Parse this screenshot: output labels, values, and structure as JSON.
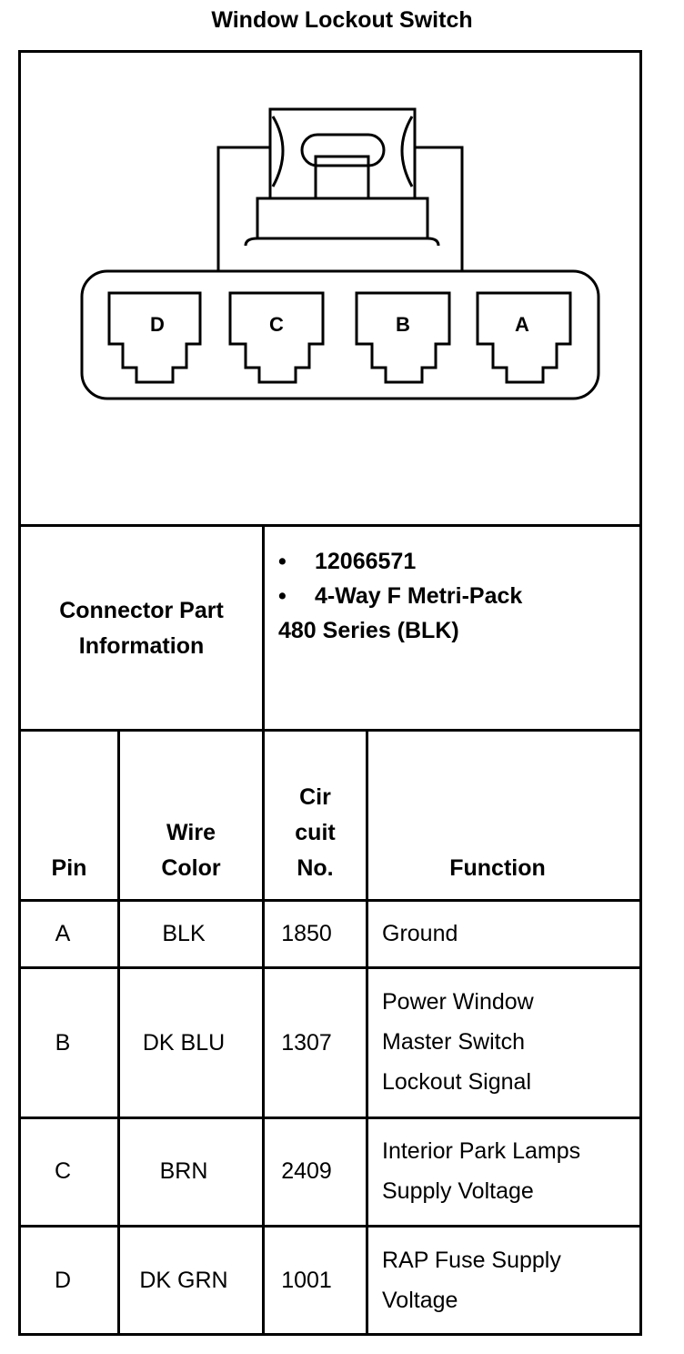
{
  "title": "Window Lockout Switch",
  "connector": {
    "pins": [
      "D",
      "C",
      "B",
      "A"
    ]
  },
  "part_info": {
    "label_line1": "Connector Part",
    "label_line2": "Information",
    "items": [
      "12066571",
      "4-Way F Metri-Pack"
    ],
    "continuation": "480 Series (BLK)"
  },
  "table": {
    "headers": {
      "pin": "Pin",
      "wire_color_line1": "Wire",
      "wire_color_line2": "Color",
      "circuit_line1": "Cir",
      "circuit_line2": "cuit",
      "circuit_line3": "No.",
      "function": "Function"
    },
    "rows": [
      {
        "pin": "A",
        "wire_color": "BLK",
        "circuit": "1850",
        "function": [
          "Ground"
        ]
      },
      {
        "pin": "B",
        "wire_color": "DK BLU",
        "circuit": "1307",
        "function": [
          "Power Window",
          "Master Switch",
          "Lockout Signal"
        ]
      },
      {
        "pin": "C",
        "wire_color": "BRN",
        "circuit": "2409",
        "function": [
          "Interior Park Lamps",
          "Supply Voltage"
        ]
      },
      {
        "pin": "D",
        "wire_color": "DK GRN",
        "circuit": "1001",
        "function": [
          "RAP Fuse Supply",
          "Voltage"
        ]
      }
    ]
  }
}
